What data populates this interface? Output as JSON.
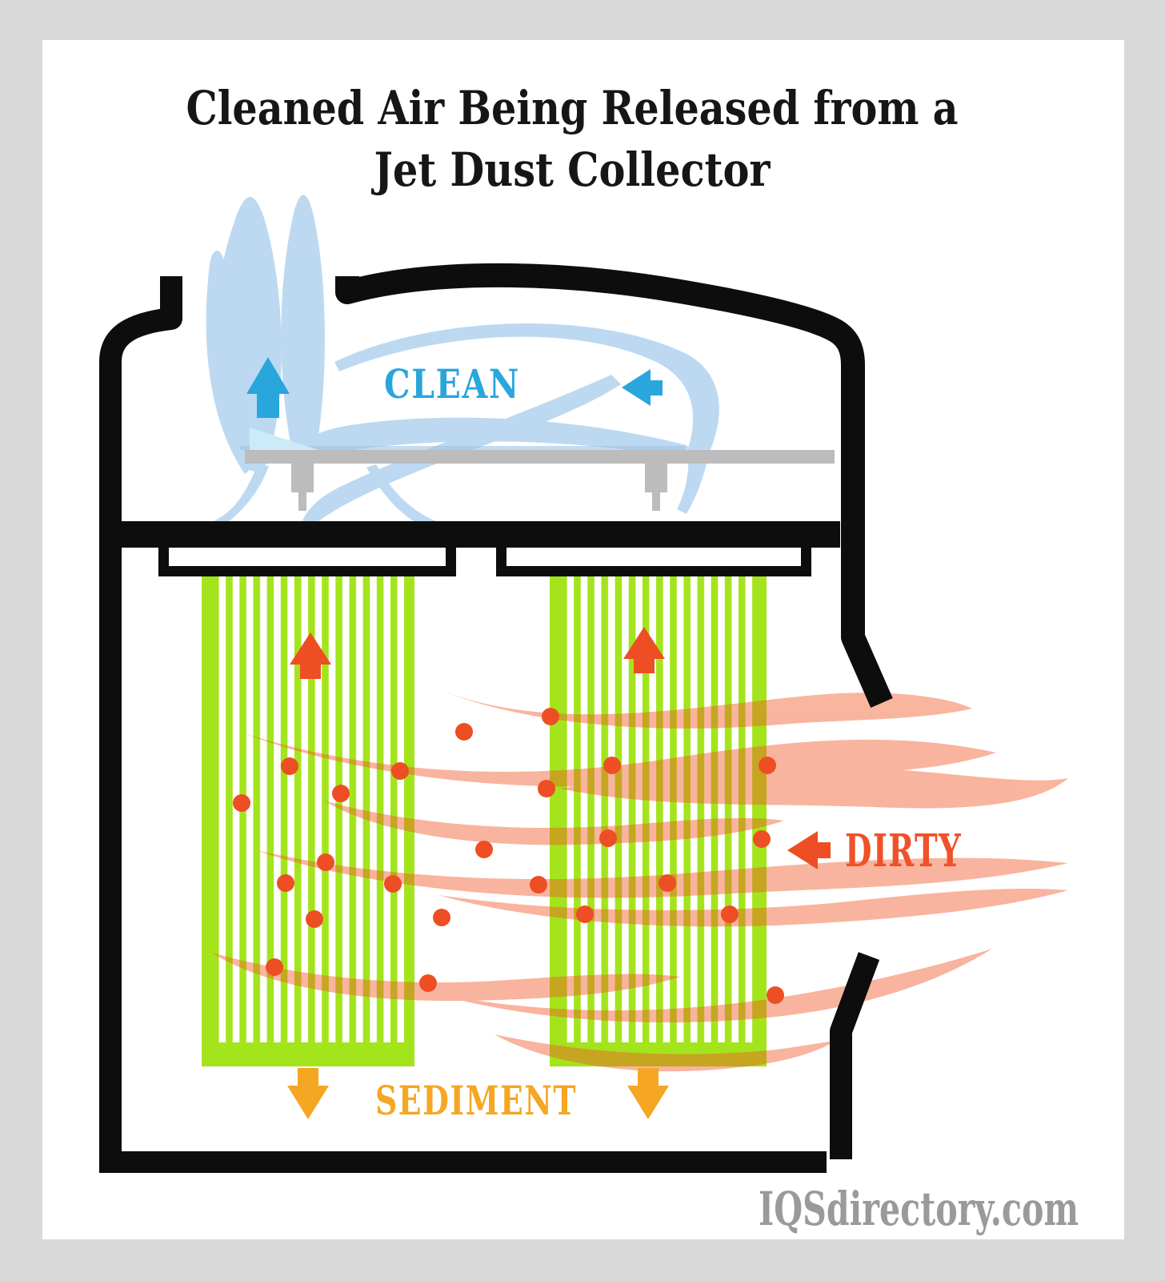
{
  "title": {
    "line1": "Cleaned Air Being Released from a",
    "line2": "Jet Dust Collector"
  },
  "labels": {
    "clean": "CLEAN",
    "dirty": "DIRTY",
    "sediment": "SEDIMENT"
  },
  "watermark": "IQSdirectory.com",
  "icons": {
    "clean_up_arrow": "up-arrow",
    "clean_left_arrow": "left-arrow",
    "dirty_left_arrow": "left-arrow",
    "filter_up_arrows": "up-arrow",
    "sediment_down_arrows": "down-arrow"
  },
  "colors": {
    "background": "#d9d9d9",
    "card": "#ffffff",
    "outline": "#0d0d0d",
    "title_black": "#161616",
    "clean_air": "#bdd9f1",
    "clean_air_light": "#cdeaf8",
    "clean_accent": "#29a6dc",
    "dirty_accent": "#f0512a",
    "dirty_air": "#f15a29",
    "dust": "#ee4e23",
    "filter_green": "#a4e41c",
    "sediment_amber": "#f5a623",
    "tube_sheet_gray": "#bcbcbc",
    "watermark_gray": "#9a9a9a"
  }
}
